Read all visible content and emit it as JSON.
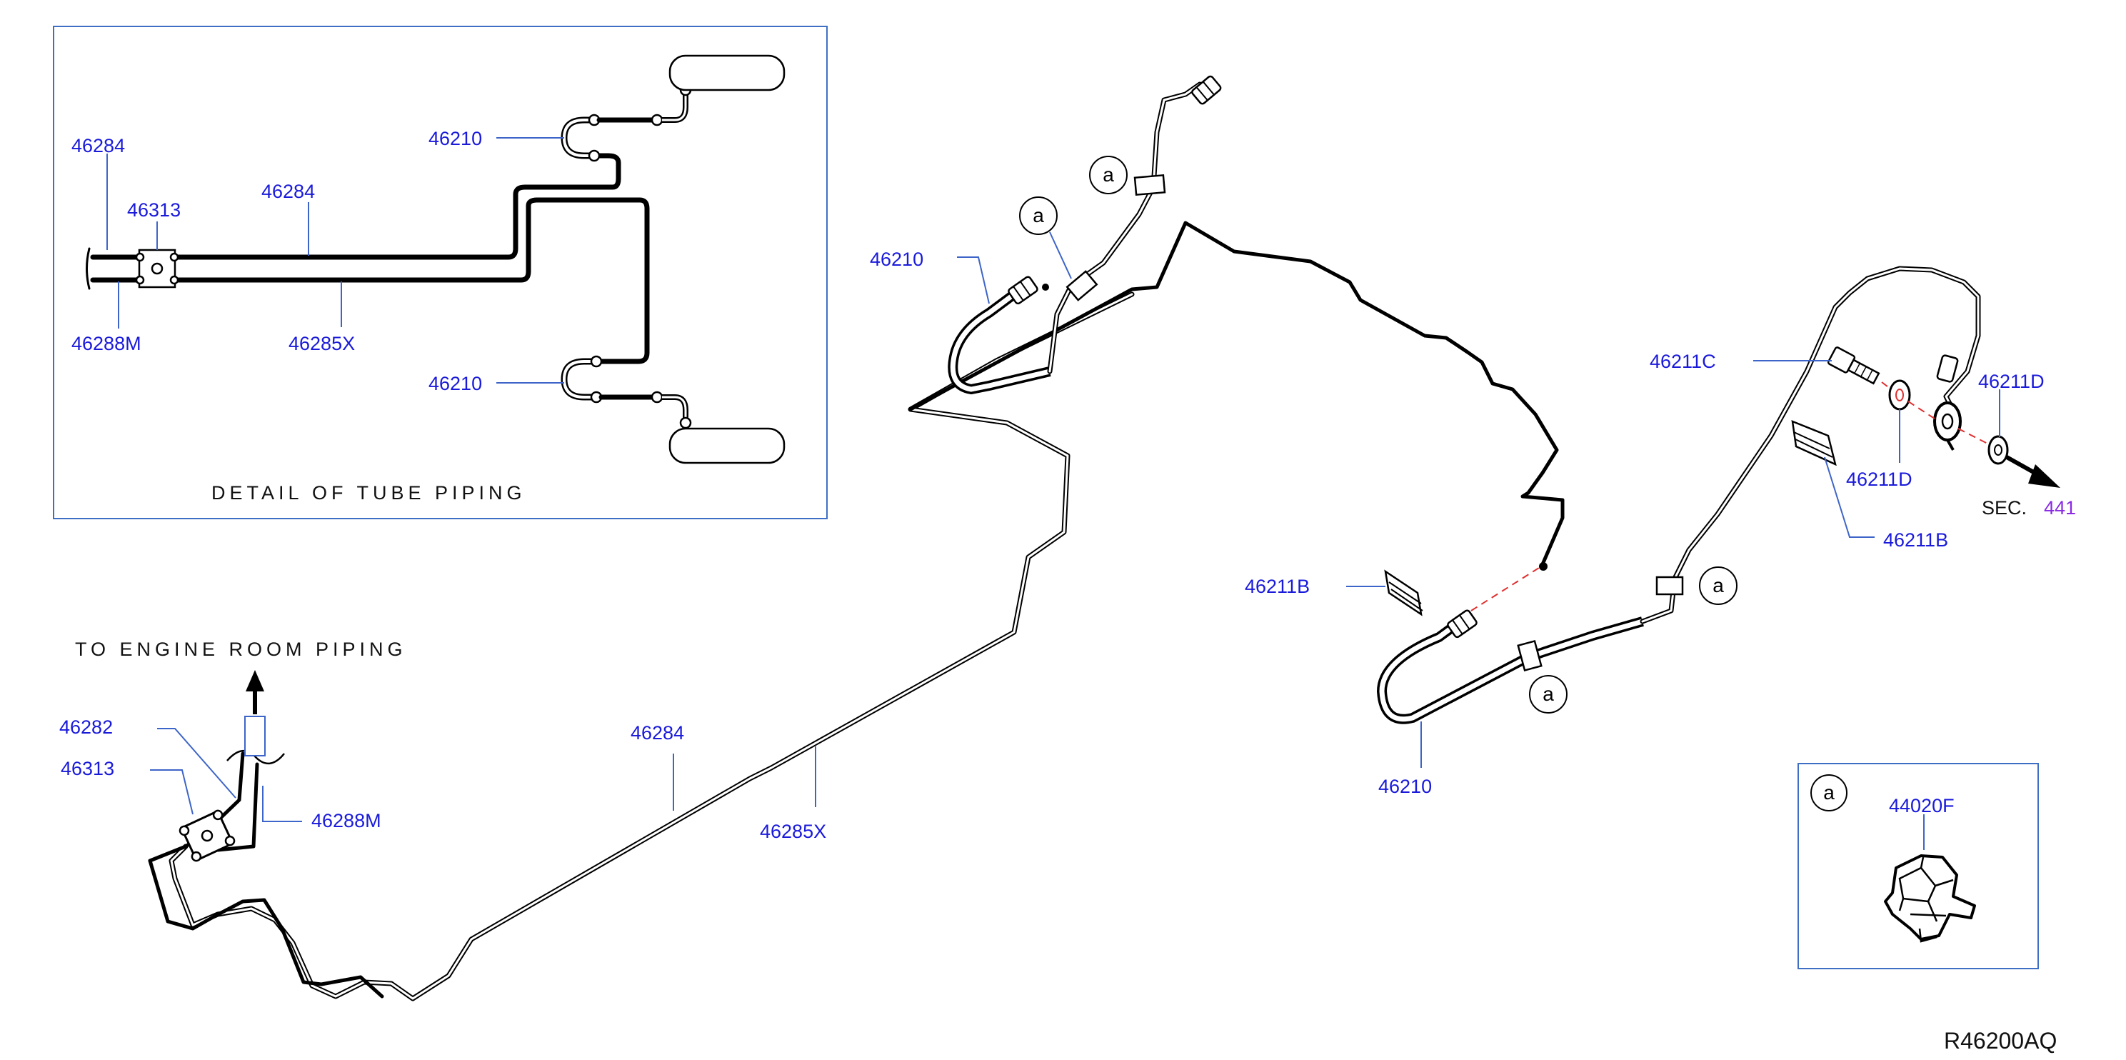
{
  "labels": {
    "detail_46284_a": "46284",
    "detail_46313": "46313",
    "detail_46284_b": "46284",
    "detail_46288m": "46288M",
    "detail_46285x": "46285X",
    "detail_46210_top": "46210",
    "detail_46210_bottom": "46210",
    "detail_caption": "DETAIL OF TUBE PIPING",
    "main_46210_left": "46210",
    "engine_room_caption": "TO ENGINE ROOM PIPING",
    "main_46282": "46282",
    "main_46313": "46313",
    "main_46288m": "46288M",
    "main_46284": "46284",
    "main_46285x": "46285X",
    "main_46211b_left": "46211B",
    "main_46210_right": "46210",
    "main_46211c": "46211C",
    "main_46211d_a": "46211D",
    "main_46211d_b": "46211D",
    "main_46211b_right": "46211B",
    "sec_prefix": "SEC.",
    "sec_number": "441",
    "clip_part": "44020F",
    "drawing_ref": "R46200AQ"
  },
  "callouts": {
    "letter": "a"
  },
  "colors": {
    "label_blue": "#1a1adb",
    "leader_blue": "#3d64c8",
    "frame_blue": "#3f6fc4",
    "dash_red": "#e03030",
    "sec_violet": "#8a2be2"
  }
}
